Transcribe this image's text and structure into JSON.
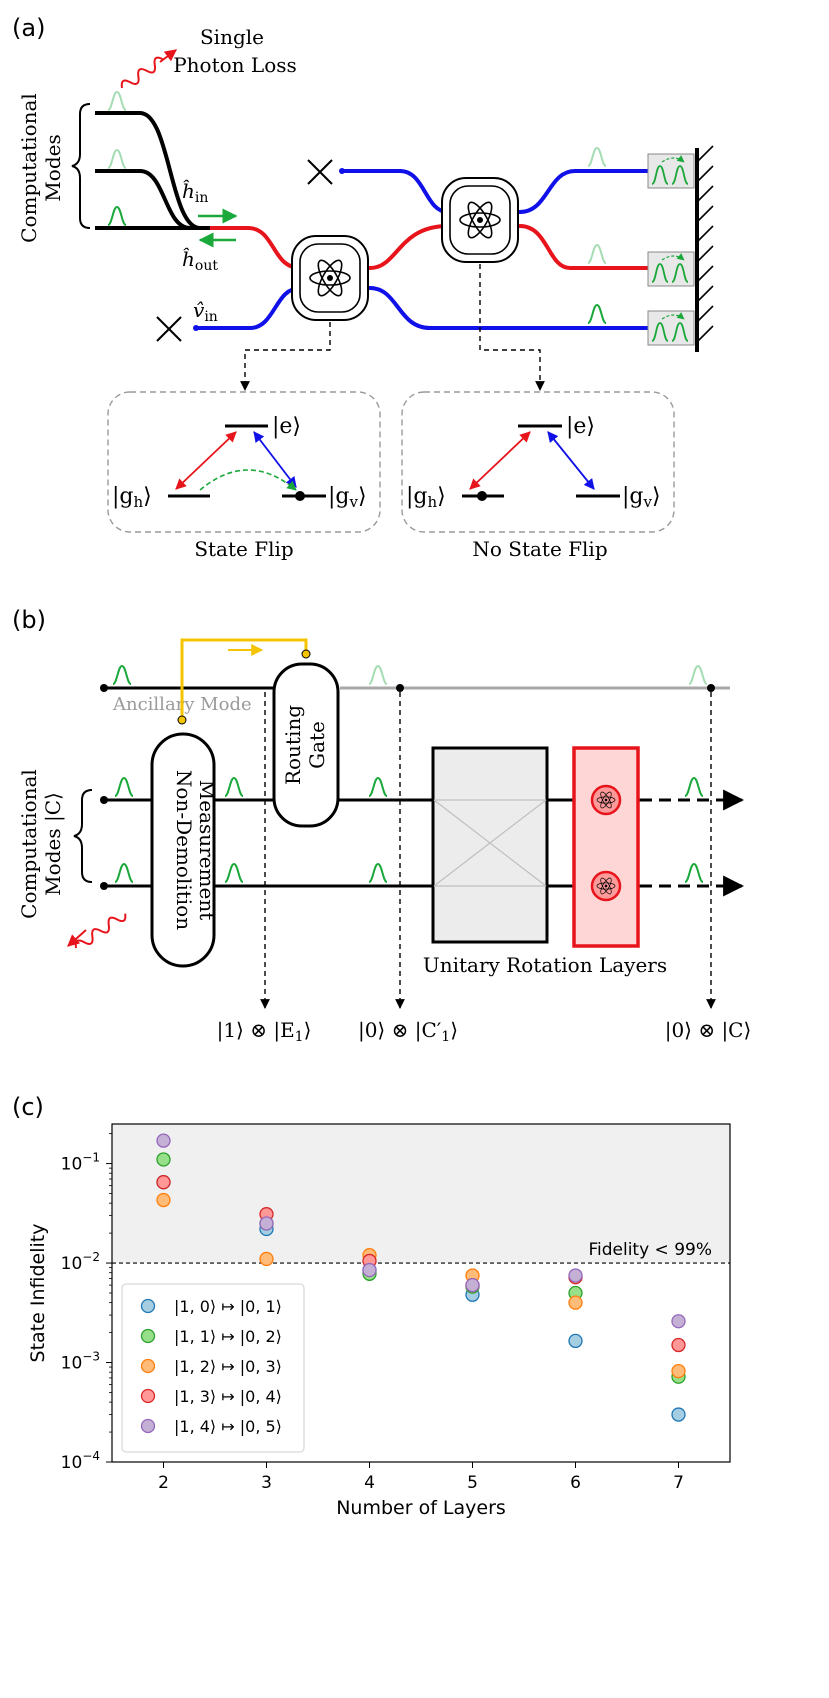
{
  "panel_a": {
    "label": "(a)",
    "loss_label_1": "Single",
    "loss_label_2": "Photon Loss",
    "modes_label_1": "Computational",
    "modes_label_2": "Modes",
    "h_in": "ĥ",
    "h_in_sub": "in",
    "h_out": "ĥ",
    "h_out_sub": "out",
    "v_in": "v̂",
    "v_in_sub": "in",
    "left_caption": "State Flip",
    "right_caption": "No State Flip",
    "ket_e": "|e⟩",
    "ket_gh": "|g",
    "ket_gh_sub": "h",
    "ket_gv": "|g",
    "ket_gv_sub": "v",
    "ket_close": "⟩"
  },
  "panel_b": {
    "label": "(b)",
    "ancillary": "Ancillary Mode",
    "routing_1": "Routing",
    "routing_2": "Gate",
    "ndm_1": "Non-Demolition",
    "ndm_2": "Measurement",
    "modes_label_1": "Computational",
    "modes_label_2": "Modes |C⟩",
    "layers": "Unitary Rotation Layers",
    "out_1": "|1⟩ ⊗ |E",
    "out_1_sub": "1",
    "out_1_end": "⟩",
    "out_2": "|0⟩ ⊗ |C′",
    "out_2_sub": "1",
    "out_2_end": "⟩",
    "out_3": "|0⟩ ⊗ |C⟩"
  },
  "panel_c": {
    "label": "(c)",
    "ylabel": "State Infidelity",
    "xlabel": "Number of Layers",
    "threshold_label": "Fidelity < 99%"
  },
  "chart_data": {
    "type": "scatter",
    "title": "",
    "xlabel": "Number of Layers",
    "ylabel": "State Infidelity",
    "yscale": "log",
    "xlim": [
      1.5,
      7.5
    ],
    "ylim": [
      0.0001,
      0.25
    ],
    "x_ticks": [
      "2",
      "3",
      "4",
      "5",
      "6",
      "7"
    ],
    "y_ticks": [
      {
        "base": "10",
        "exp": "−1",
        "value": 0.1
      },
      {
        "base": "10",
        "exp": "−2",
        "value": 0.01
      },
      {
        "base": "10",
        "exp": "−3",
        "value": 0.001
      },
      {
        "base": "10",
        "exp": "−4",
        "value": 0.0001
      }
    ],
    "threshold": 0.01,
    "shaded_above_threshold": true,
    "legend_position": "lower-left",
    "series": [
      {
        "name": "|1, 0⟩ ↦ |0, 1⟩",
        "color": "#a6cee3",
        "edge": "#1f77b4",
        "x": [
          2,
          3,
          4,
          5,
          6,
          7
        ],
        "y": [
          0.065,
          0.022,
          0.0085,
          0.0048,
          0.00165,
          0.0003
        ]
      },
      {
        "name": "|1, 1⟩ ↦ |0, 2⟩",
        "color": "#98df8a",
        "edge": "#2ca02c",
        "x": [
          2,
          3,
          4,
          5,
          6,
          7
        ],
        "y": [
          0.11,
          0.025,
          0.0078,
          0.0058,
          0.005,
          0.00072
        ]
      },
      {
        "name": "|1, 2⟩ ↦ |0, 3⟩",
        "color": "#ffbb78",
        "edge": "#ff7f0e",
        "x": [
          2,
          3,
          4,
          5,
          6,
          7
        ],
        "y": [
          0.043,
          0.011,
          0.012,
          0.0075,
          0.004,
          0.00082
        ]
      },
      {
        "name": "|1, 3⟩ ↦ |0, 4⟩",
        "color": "#ff9896",
        "edge": "#d62728",
        "x": [
          2,
          3,
          4,
          5,
          6,
          7
        ],
        "y": [
          0.065,
          0.031,
          0.0105,
          0.006,
          0.0072,
          0.0015
        ]
      },
      {
        "name": "|1, 4⟩ ↦ |0, 5⟩",
        "color": "#c5b0d5",
        "edge": "#9467bd",
        "x": [
          2,
          3,
          4,
          5,
          6,
          7
        ],
        "y": [
          0.17,
          0.025,
          0.0085,
          0.006,
          0.0075,
          0.0026
        ]
      }
    ]
  }
}
